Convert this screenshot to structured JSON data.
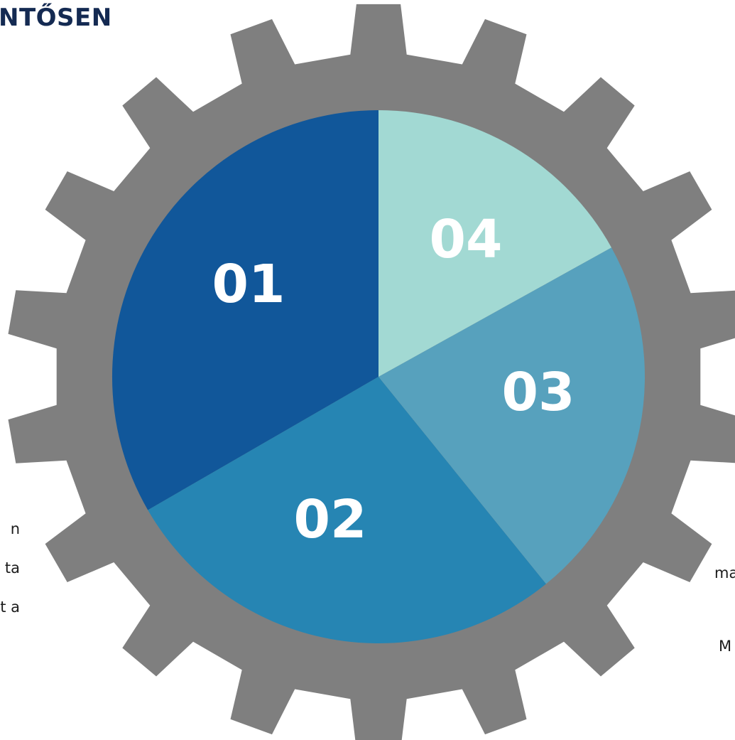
{
  "heading": "NTŐSEN",
  "segments": [
    {
      "label": "01",
      "color": "#11579a"
    },
    {
      "label": "02",
      "color": "#2685b3"
    },
    {
      "label": "03",
      "color": "#57a1bd"
    },
    {
      "label": "04",
      "color": "#a2d9d3"
    }
  ],
  "gear_color": "#7f7f7f",
  "left_text": [
    "n",
    "ta",
    "t a"
  ],
  "right_text": [
    "ma",
    "M"
  ]
}
